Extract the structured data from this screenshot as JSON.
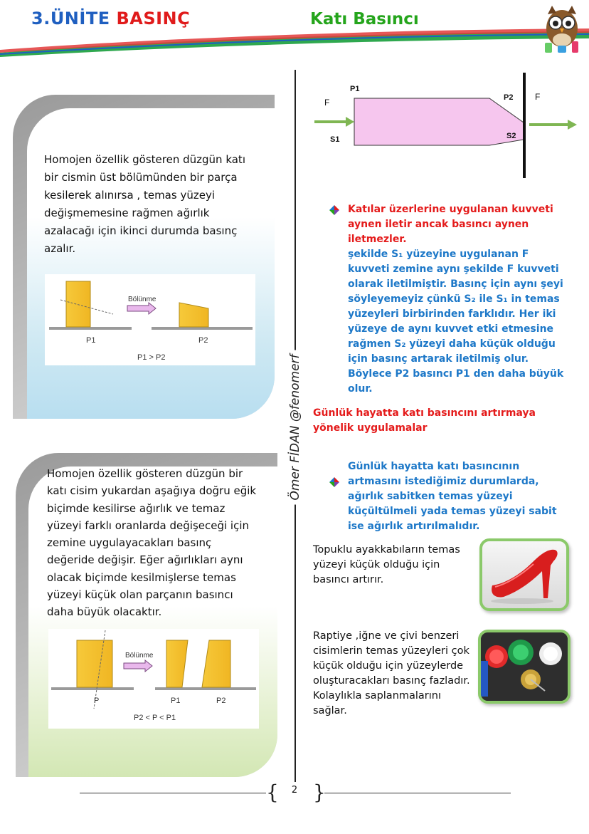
{
  "header": {
    "unit_number": "3.ÜNİTE",
    "unit_word": "BASINÇ",
    "topic": "Katı Basıncı"
  },
  "author": "Ömer FİDAN @fenomerf",
  "left_cards": [
    {
      "text": "Homojen özellik gösteren düzgün katı bir cismin üst bölümünden bir parça kesilerek alınırsa , temas yüzeyi değişmemesine rağmen ağırlık azalacağı için ikinci durumda basınç azalır.",
      "figure": {
        "arrow_label": "Bölünme",
        "label_left": "P1",
        "label_right": "P2",
        "relation": "P1 > P2"
      }
    },
    {
      "text": "Homojen özellik gösteren düzgün bir katı cisim yukardan aşağıya  doğru eğik biçimde kesilirse ağırlık ve temaz yüzeyi farklı oranlarda değişeceği için zemine uygulayacakları basınç değeride değişir. Eğer ağırlıkları aynı olacak biçimde kesilmişlerse temas yüzeyi küçük olan parçanın basıncı daha büyük olacaktır.",
      "figure": {
        "arrow_label": "Bölünme",
        "label_p": "P",
        "label_p1": "P1",
        "label_p2": "P2",
        "relation": "P2 < P  < P1"
      }
    }
  ],
  "diagram": {
    "force_left": "F",
    "force_right": "F",
    "p1": "P1",
    "p2": "P2",
    "s1": "S1",
    "s2": "S2"
  },
  "bullet1": {
    "red_text": "Katılar üzerlerine uygulanan kuvveti aynen iletir ancak basıncı aynen iletmezler.",
    "blue_text": "şekilde S₁ yüzeyine uygulanan F kuvveti zemine aynı şekilde F kuvveti olarak iletilmiştir. Basınç için aynı şeyi söyleyemeyiz çünkü S₂ ile S₁ in temas yüzeyleri birbirinden farklıdır. Her  iki yüzeye de aynı kuvvet etki etmesine rağmen  S₂ yüzeyi daha küçük olduğu için basınç artarak iletilmiş olur. Böylece P2 basıncı P1 den daha büyük olur."
  },
  "section_heading": "Günlük hayatta katı basıncını artırmaya yönelik uygulamalar",
  "bullet2": {
    "blue_text": "Günlük hayatta katı basıncının artmasını istediğimiz durumlarda, ağırlık sabitken temas yüzeyi küçültülmeli yada temas yüzeyi sabit ise ağırlık artırılmalıdır."
  },
  "examples": [
    {
      "text": "Topuklu ayakkabıların temas yüzeyi küçük olduğu için basıncı artırır.",
      "image": "red-high-heel-shoe"
    },
    {
      "text": "Raptiye ,iğne ve çivi benzeri cisimlerin temas yüzeyleri çok küçük olduğu için yüzeylerde oluşturacakları basınç fazladır. Kolaylıkla saplanmalarını sağlar.",
      "image": "push-pins"
    }
  ],
  "footer": {
    "page_number": "2"
  },
  "colors": {
    "red": "#e41b1b",
    "blue": "#1d78c8",
    "green": "#25a51c",
    "pink": "#f6c6ee"
  }
}
